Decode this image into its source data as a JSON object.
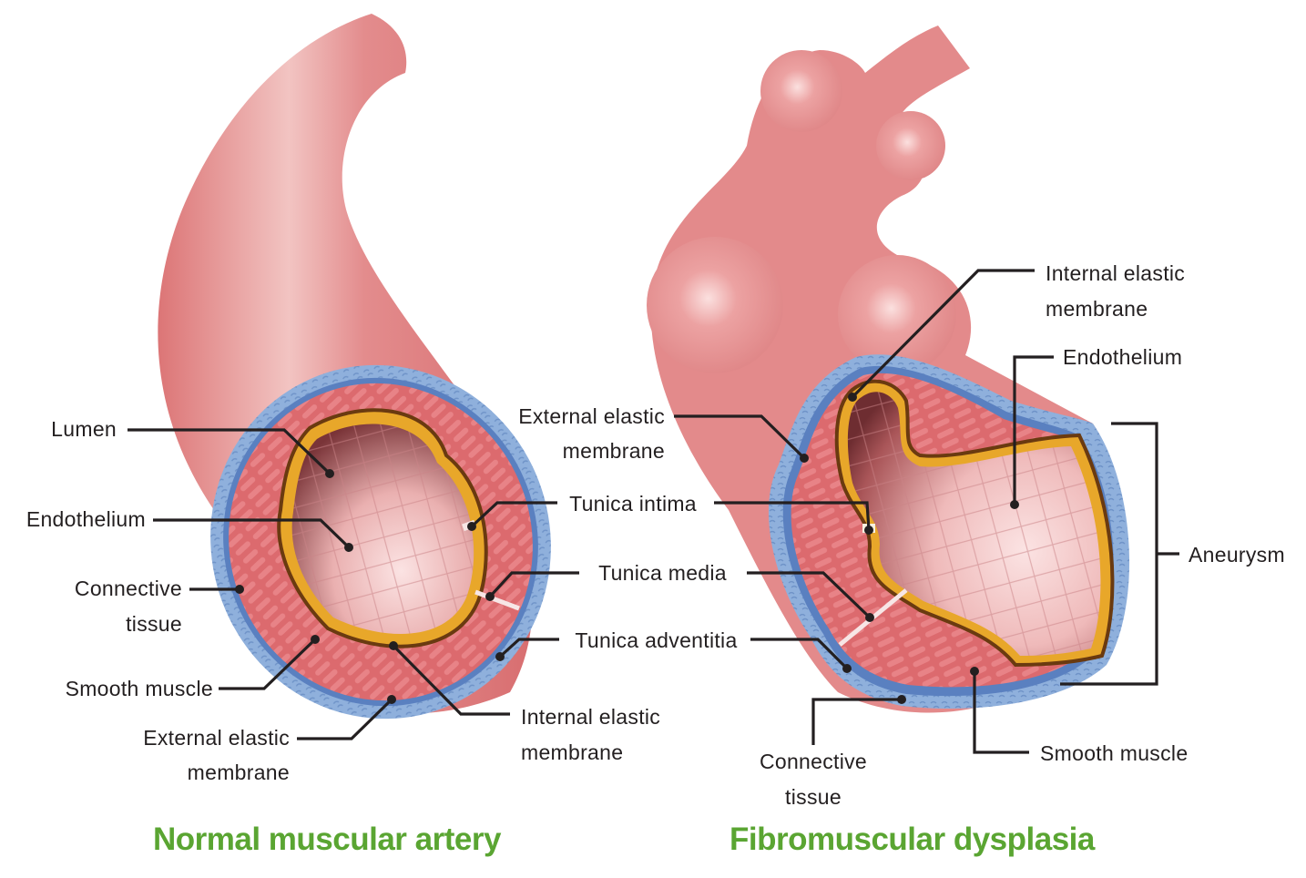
{
  "colors": {
    "vessel": "#e08081",
    "adventitia": "#8fb0dc",
    "elastic_membrane": "#5a80c0",
    "smooth_muscle": "#df6f72",
    "intima_gold": "#e8a72a",
    "lumen": "#efb5b5",
    "leader": "#231f20",
    "title_green": "#5aa532"
  },
  "panels": [
    {
      "title": "Normal muscular artery",
      "labels": {
        "lumen": "Lumen",
        "endothelium": "Endothelium",
        "connective_tissue": [
          "Connective",
          "tissue"
        ],
        "smooth_muscle": "Smooth muscle",
        "external_elastic_membrane": [
          "External elastic",
          "membrane"
        ],
        "internal_elastic_membrane": [
          "Internal elastic",
          "membrane"
        ]
      }
    },
    {
      "title": "Fibromuscular dysplasia",
      "labels": {
        "internal_elastic_membrane": [
          "Internal elastic",
          "membrane"
        ],
        "endothelium": "Endothelium",
        "aneurysm": "Aneurysm",
        "smooth_muscle": "Smooth muscle",
        "connective_tissue": [
          "Connective",
          "tissue"
        ],
        "external_elastic_membrane": [
          "External elastic",
          "membrane"
        ]
      }
    }
  ],
  "shared_labels": {
    "tunica_intima": "Tunica intima",
    "tunica_media": "Tunica media",
    "tunica_adventitia": "Tunica adventitia"
  }
}
